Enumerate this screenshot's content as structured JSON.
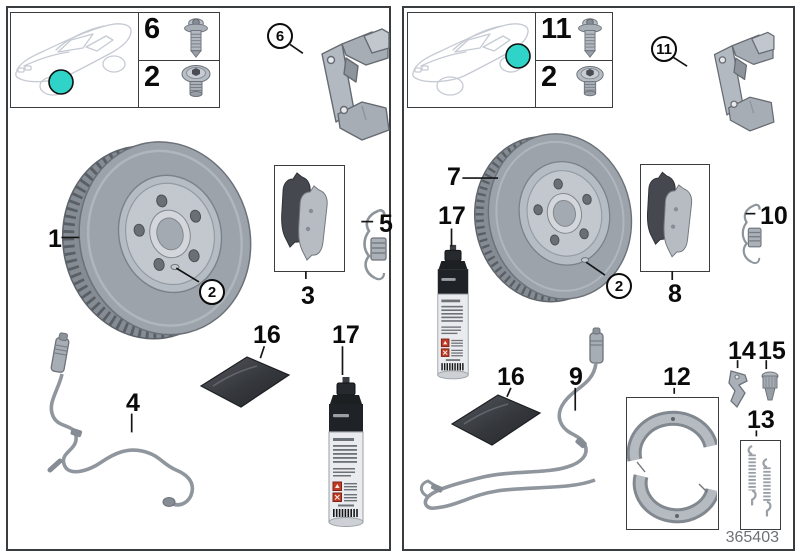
{
  "footer": {
    "diagram_number": "365403"
  },
  "highlight_color": "#2fd3c8",
  "left": {
    "section": "front-brake-service-parts",
    "fasteners": [
      {
        "num": "6"
      },
      {
        "num": "2"
      }
    ],
    "callouts": {
      "disc": "1",
      "hub_screw": "2",
      "pads": "3",
      "wear_sensor": "4",
      "clip": "5",
      "carrier": "6",
      "grease": "16",
      "cleaner": "17"
    }
  },
  "right": {
    "section": "rear-brake-service-parts",
    "fasteners": [
      {
        "num": "11"
      },
      {
        "num": "2"
      }
    ],
    "callouts": {
      "disc": "7",
      "pads": "8",
      "wear_sensor": "9",
      "clip": "10",
      "carrier": "11",
      "shoes": "12",
      "springs": "13",
      "expander": "14",
      "adjuster": "15",
      "grease": "16",
      "cleaner": "17",
      "hub_screw": "2"
    }
  }
}
